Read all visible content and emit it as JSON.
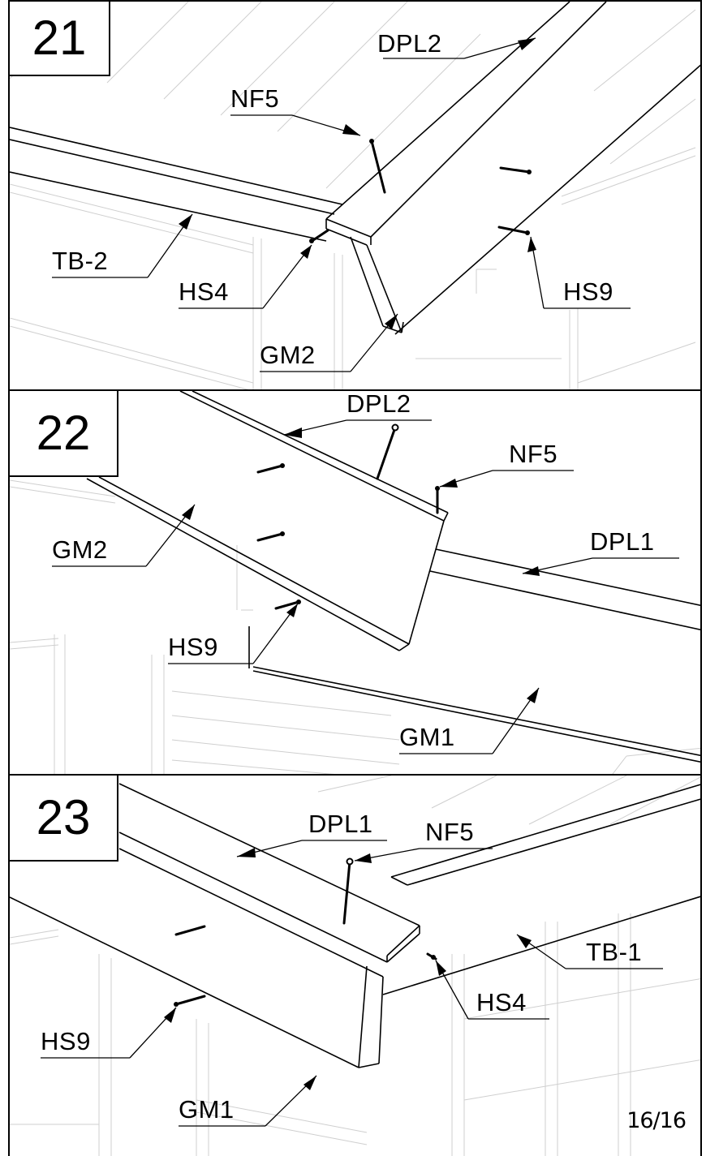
{
  "page_number": "16/16",
  "steps": [
    {
      "number": "21",
      "labels": {
        "dpl2": "DPL2",
        "nf5": "NF5",
        "tb2": "TB-2",
        "hs4": "HS4",
        "hs9": "HS9",
        "gm2": "GM2"
      }
    },
    {
      "number": "22",
      "labels": {
        "dpl2": "DPL2",
        "nf5": "NF5",
        "gm2": "GM2",
        "dpl1": "DPL1",
        "hs9": "HS9",
        "gm1": "GM1"
      }
    },
    {
      "number": "23",
      "labels": {
        "dpl1": "DPL1",
        "nf5": "NF5",
        "tb1": "TB-1",
        "hs4": "HS4",
        "hs9": "HS9",
        "gm1": "GM1"
      }
    }
  ]
}
